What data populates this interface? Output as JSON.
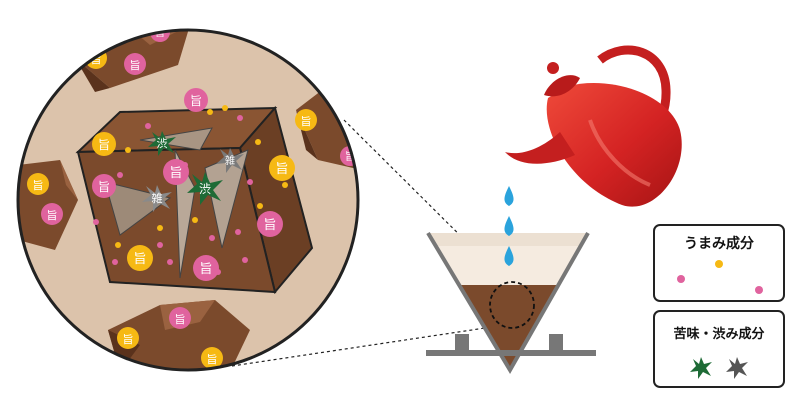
{
  "labels": {
    "umami_char": "旨",
    "shibu_char": "渋",
    "zatsu_char": "雑"
  },
  "legend": {
    "umami_title": "うまみ成分",
    "bitter_title": "苦味・渋み成分"
  },
  "colors": {
    "umami_pink": "#e0639e",
    "umami_yellow": "#f6b914",
    "bitter_green": "#1e6b36",
    "bitter_gray": "#555555",
    "kettle_red": "#d42323",
    "water_blue": "#2aa3dc",
    "coffee_brown": "#7b4a2c",
    "magnifier_bg": "#dcc3ab"
  },
  "icons": [
    "kettle-icon",
    "drop-icon",
    "dripper-icon",
    "sparkle-icon"
  ]
}
